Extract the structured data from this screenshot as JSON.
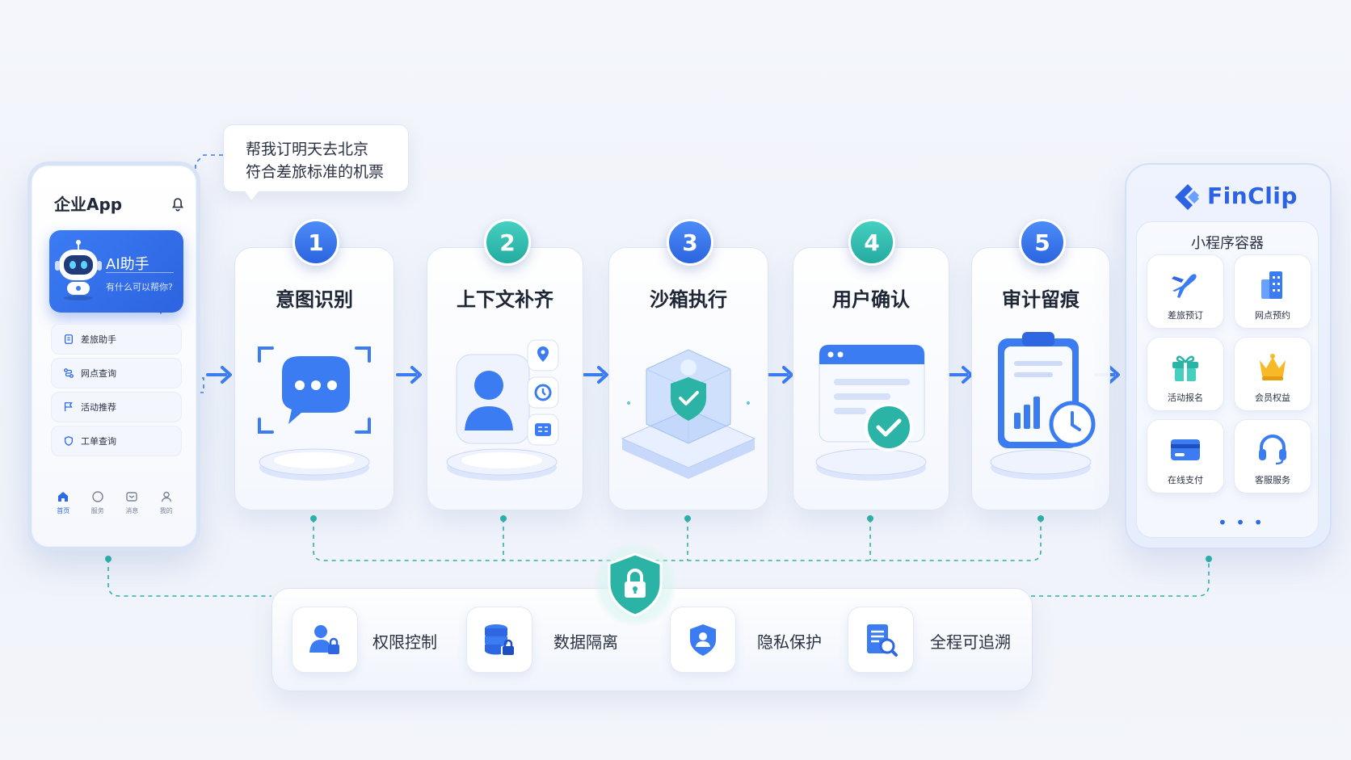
{
  "phone": {
    "title": "企业App",
    "ai_card": {
      "title": "AI助手",
      "subtitle": "有什么可以帮你?"
    },
    "menu": [
      {
        "label": "差旅助手",
        "icon": "document-icon"
      },
      {
        "label": "网点查询",
        "icon": "route-icon"
      },
      {
        "label": "活动推荐",
        "icon": "flag-icon"
      },
      {
        "label": "工单查询",
        "icon": "shield-icon"
      }
    ],
    "tabs": [
      {
        "label": "首页",
        "icon": "home-icon"
      },
      {
        "label": "服务",
        "icon": "chat-icon"
      },
      {
        "label": "消息",
        "icon": "message-icon"
      },
      {
        "label": "我的",
        "icon": "user-icon"
      }
    ]
  },
  "bubble": {
    "line1": "帮我订明天去北京",
    "line2": "符合差旅标准的机票"
  },
  "steps": [
    {
      "number": "1",
      "title": "意图识别",
      "icon": "chat-bubble-icon"
    },
    {
      "number": "2",
      "title": "上下文补齐",
      "icon": "user-context-icon"
    },
    {
      "number": "3",
      "title": "沙箱执行",
      "icon": "shield-cube-icon"
    },
    {
      "number": "4",
      "title": "用户确认",
      "icon": "window-check-icon"
    },
    {
      "number": "5",
      "title": "审计留痕",
      "icon": "clipboard-clock-icon"
    }
  ],
  "finclip": {
    "brand": "FinClip",
    "container_label": "小程序容器",
    "apps": [
      {
        "label": "差旅预订",
        "icon": "plane-icon"
      },
      {
        "label": "网点预约",
        "icon": "building-icon"
      },
      {
        "label": "活动报名",
        "icon": "gift-icon"
      },
      {
        "label": "会员权益",
        "icon": "crown-icon"
      },
      {
        "label": "在线支付",
        "icon": "card-icon"
      },
      {
        "label": "客服服务",
        "icon": "headset-icon"
      }
    ],
    "more": "• • •"
  },
  "security": [
    {
      "label": "权限控制",
      "icon": "user-lock-icon"
    },
    {
      "label": "数据隔离",
      "icon": "database-lock-icon"
    },
    {
      "label": "隐私保护",
      "icon": "shield-user-icon"
    },
    {
      "label": "全程可追溯",
      "icon": "document-search-icon"
    }
  ],
  "colors": {
    "blue": "#2f6ae6",
    "teal": "#2bb3a6",
    "dashed_line": "#2bb3a6"
  }
}
